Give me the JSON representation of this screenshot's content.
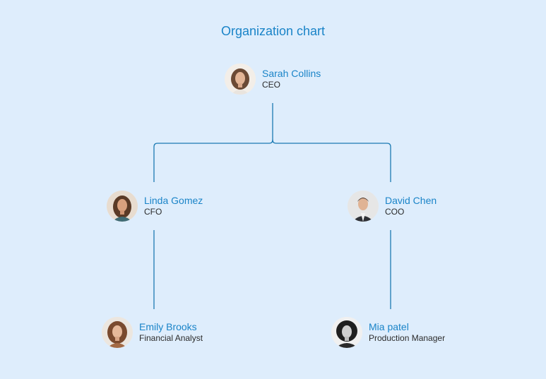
{
  "title": "Organization chart",
  "nodes": {
    "ceo": {
      "name": "Sarah Collins",
      "role": "CEO",
      "avatar_icon": "portrait-woman-icon"
    },
    "cfo": {
      "name": "Linda Gomez",
      "role": "CFO",
      "avatar_icon": "portrait-woman-icon"
    },
    "coo": {
      "name": "David Chen",
      "role": "COO",
      "avatar_icon": "portrait-man-icon"
    },
    "analyst": {
      "name": "Emily Brooks",
      "role": "Financial Analyst",
      "avatar_icon": "portrait-woman-icon"
    },
    "manager": {
      "name": "Mia patel",
      "role": "Production Manager",
      "avatar_icon": "portrait-woman-icon"
    }
  },
  "colors": {
    "background": "#deedfc",
    "accent": "#1a84c8",
    "connector": "#1b7ab3",
    "role_text": "#2b2b2b"
  }
}
